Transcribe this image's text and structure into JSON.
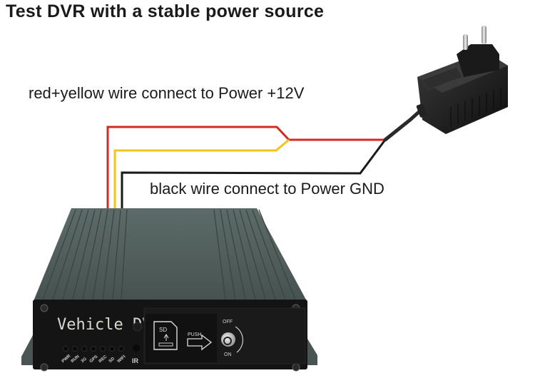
{
  "title": "Test DVR with a stable power source",
  "annotations": {
    "power_label": "red+yellow wire connect to Power +12V",
    "gnd_label": "black wire connect to Power GND"
  },
  "wires": [
    {
      "name": "red",
      "color": "#d42a24",
      "role": "Power +12V"
    },
    {
      "name": "yellow",
      "color": "#f2c418",
      "role": "Power +12V"
    },
    {
      "name": "black",
      "color": "#1a1a1a",
      "role": "Power GND"
    }
  ],
  "adapter": {
    "type": "EU plug power adapter",
    "color": "#1c1c1c"
  },
  "dvr": {
    "brand_text": "Vehicle DVR",
    "led_labels": [
      "PWR",
      "RUN",
      "3G",
      "GPS",
      "REC",
      "SD",
      "WIFI"
    ],
    "ir_label": "IR",
    "sd_label": "SD",
    "push_label": "PUSH",
    "lock_off_label": "OFF",
    "lock_on_label": "ON",
    "body_color": "#4e5a57",
    "face_color": "#141414"
  }
}
